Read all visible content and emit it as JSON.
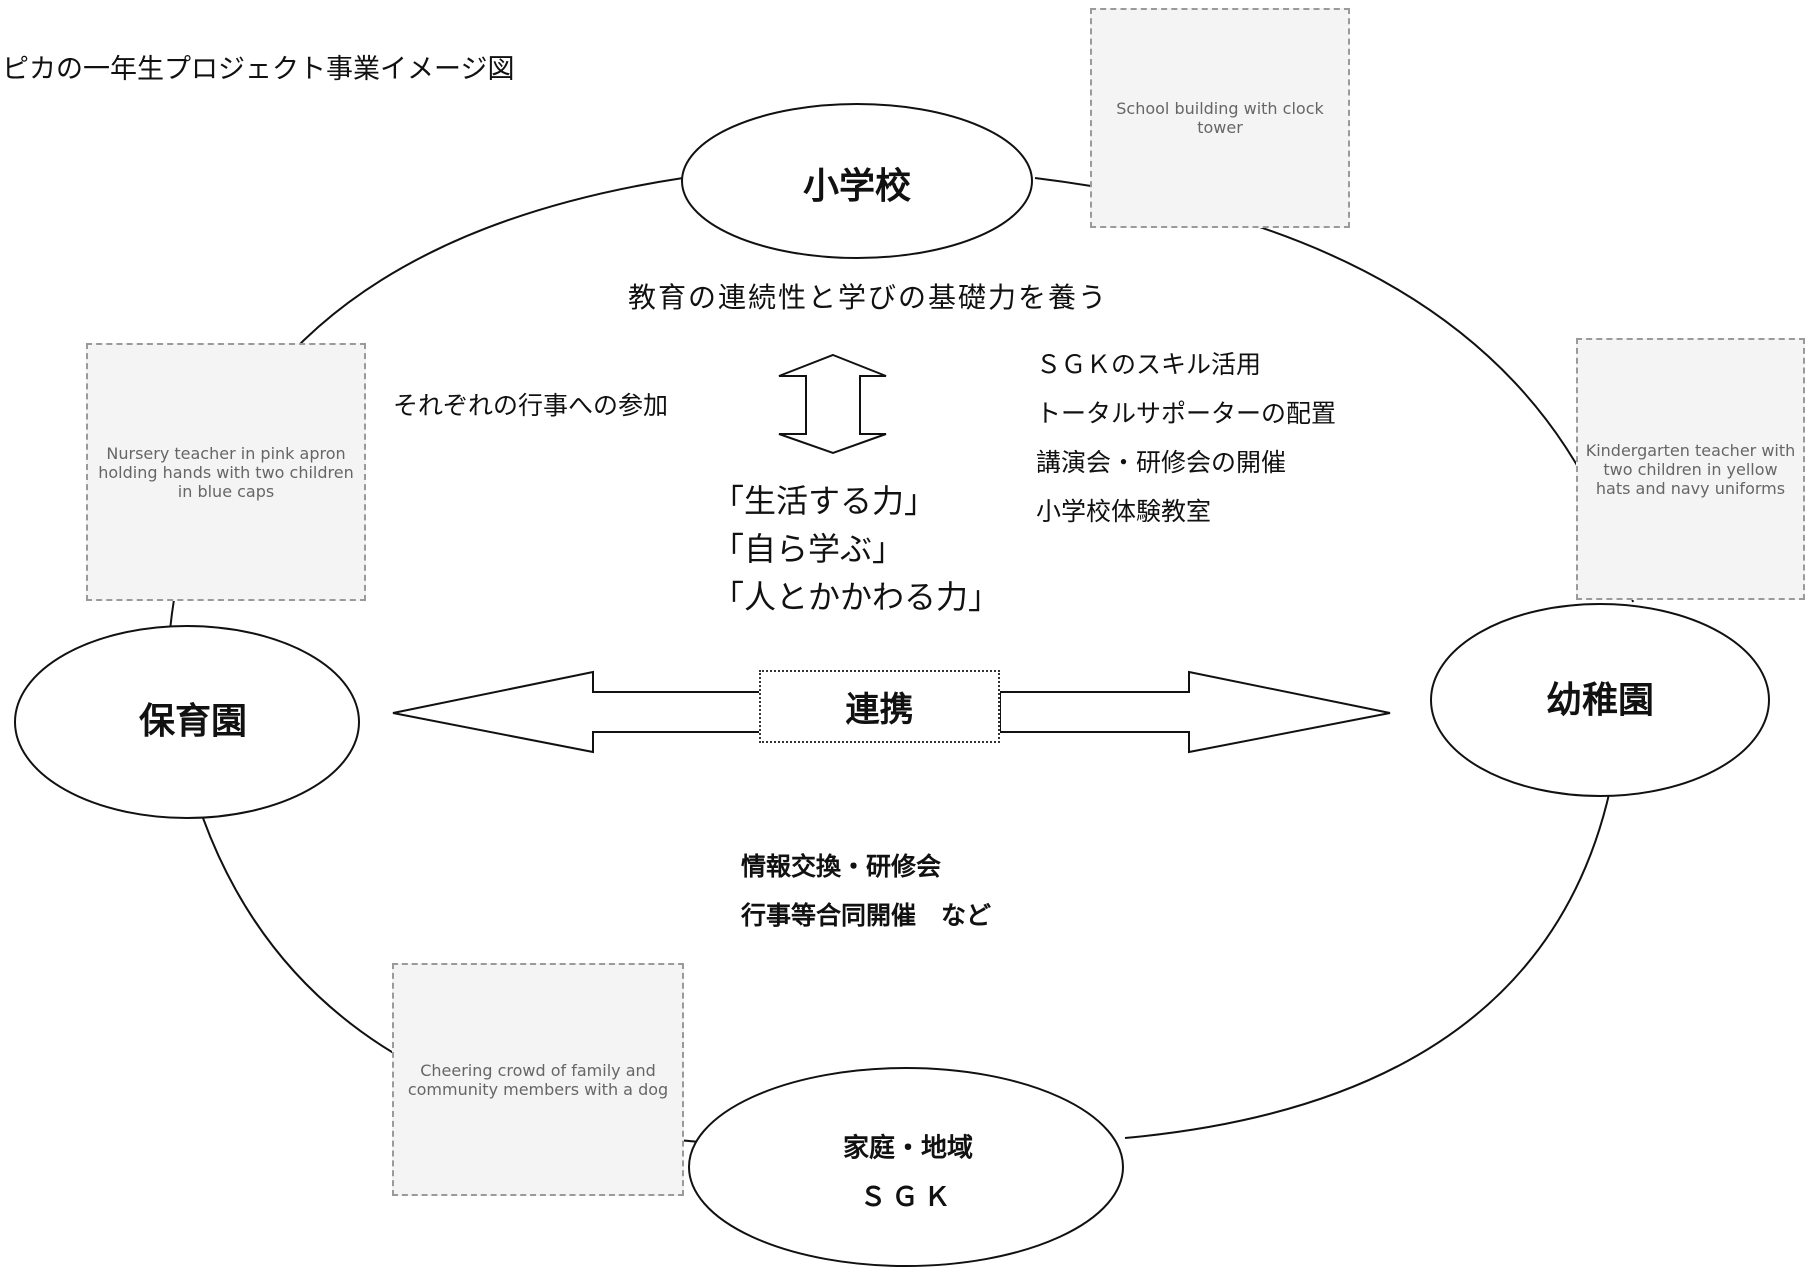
{
  "title": "ピカの一年生プロジェクト事業イメージ図",
  "nodes": {
    "school": "小学校",
    "nursery": "保育園",
    "kindergarten": "幼稚園",
    "home_line1": "家庭・地域",
    "home_line2": "ＳＧＫ"
  },
  "goal": "教育の連続性と学びの基礎力を養う",
  "events_participation": "それぞれの行事への参加",
  "sgk_activities": [
    "ＳＧＫのスキル活用",
    "トータルサポーターの配置",
    "講演会・研修会の開催",
    "小学校体験教室"
  ],
  "qualities": [
    "「生活する力」",
    "「自ら学ぶ」",
    "「人とかかわる力」"
  ],
  "collaboration": "連携",
  "exchange": [
    "情報交換・研修会",
    "行事等合同開催　など"
  ],
  "images": {
    "school": "School building with clock tower",
    "nursery_staff": "Nursery teacher in pink apron holding hands with two children in blue caps",
    "kindergarten_staff": "Kindergarten teacher with two children in yellow hats and navy uniforms",
    "community": "Cheering crowd of family and community members with a dog"
  }
}
